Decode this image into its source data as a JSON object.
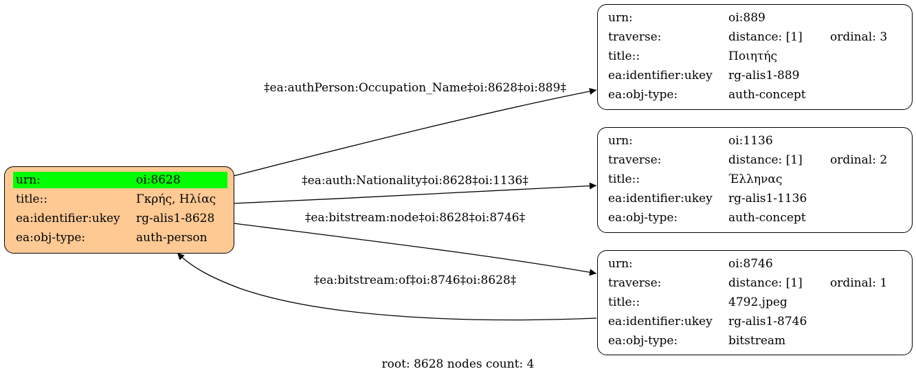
{
  "root_node": {
    "rows": [
      {
        "key": "urn:",
        "value": "oi:8628"
      },
      {
        "key": "title::",
        "value": "Γκρής, Ηλίας"
      },
      {
        "key": "ea:identifier:ukey",
        "value": "rg-alis1-8628"
      },
      {
        "key": "ea:obj-type:",
        "value": "auth-person"
      }
    ],
    "highlight_color": "#00ff00",
    "fill_color": "#ffc994"
  },
  "nodes": [
    {
      "urn_key": "urn:",
      "urn": "oi:889",
      "traverse_key": "traverse:",
      "distance": "distance: [1]",
      "ordinal": "ordinal: 3",
      "title_key": "title::",
      "title": "Ποιητής",
      "ukey_key": "ea:identifier:ukey",
      "ukey": "rg-alis1-889",
      "type_key": "ea:obj-type:",
      "type": "auth-concept"
    },
    {
      "urn_key": "urn:",
      "urn": "oi:1136",
      "traverse_key": "traverse:",
      "distance": "distance: [1]",
      "ordinal": "ordinal: 2",
      "title_key": "title::",
      "title": "Έλληνας",
      "ukey_key": "ea:identifier:ukey",
      "ukey": "rg-alis1-1136",
      "type_key": "ea:obj-type:",
      "type": "auth-concept"
    },
    {
      "urn_key": "urn:",
      "urn": "oi:8746",
      "traverse_key": "traverse:",
      "distance": "distance: [1]",
      "ordinal": "ordinal: 1",
      "title_key": "title::",
      "title": "4792.jpeg",
      "ukey_key": "ea:identifier:ukey",
      "ukey": "rg-alis1-8746",
      "type_key": "ea:obj-type:",
      "type": "bitstream"
    }
  ],
  "edges": [
    {
      "label": "‡ea:authPerson:Occupation_Name‡oi:8628‡oi:889‡"
    },
    {
      "label": "‡ea:auth:Nationality‡oi:8628‡oi:1136‡"
    },
    {
      "label": "‡ea:bitstream:node‡oi:8628‡oi:8746‡"
    },
    {
      "label": "‡ea:bitstream:of‡oi:8746‡oi:8628‡"
    }
  ],
  "footer": "root: 8628 nodes count: 4"
}
